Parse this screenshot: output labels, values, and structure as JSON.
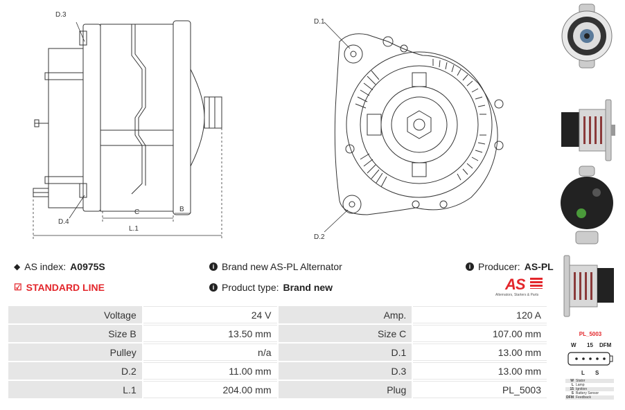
{
  "drawing_side": {
    "labels": {
      "d3": "D.3",
      "d4": "D.4",
      "c": "C",
      "b": "B",
      "l1": "L.1"
    }
  },
  "drawing_front": {
    "labels": {
      "d1": "D.1",
      "d2": "D.2"
    }
  },
  "info": {
    "as_index_label": "AS index:",
    "as_index_value": "A0975S",
    "standard_line": "STANDARD LINE",
    "brand_text": "Brand new AS-PL Alternator",
    "product_type_label": "Product type:",
    "product_type_value": "Brand new",
    "producer_label": "Producer:",
    "producer_value": "AS-PL",
    "logo_caption": "Alternators, Starters & Parts",
    "logo_text": "AS"
  },
  "specs": [
    {
      "label": "Voltage",
      "value": "24 V",
      "label2": "Amp.",
      "value2": "120 A"
    },
    {
      "label": "Size B",
      "value": "13.50 mm",
      "label2": "Size C",
      "value2": "107.00 mm"
    },
    {
      "label": "Pulley",
      "value": "n/a",
      "label2": "D.1",
      "value2": "13.00 mm"
    },
    {
      "label": "D.2",
      "value": "11.00 mm",
      "label2": "D.3",
      "value2": "13.00 mm"
    },
    {
      "label": "L.1",
      "value": "204.00 mm",
      "label2": "Plug",
      "value2": "PL_5003"
    }
  ],
  "plug": {
    "title": "PL_5003",
    "pins_top": [
      "W",
      "15",
      "DFM"
    ],
    "pins_bottom": [
      "L",
      "S"
    ],
    "legend": [
      {
        "code": "W",
        "desc": "Stator"
      },
      {
        "code": "L",
        "desc": "Lamp"
      },
      {
        "code": "15",
        "desc": "Ignition"
      },
      {
        "code": "S",
        "desc": "Battery Sensor"
      },
      {
        "code": "DFM",
        "desc": "Feedback"
      }
    ]
  },
  "colors": {
    "accent": "#e3262b",
    "label_bg": "#e6e6e6"
  },
  "icons": {
    "tag": "tags-icon",
    "check": "check-square-icon",
    "info": "info-circle-icon"
  }
}
